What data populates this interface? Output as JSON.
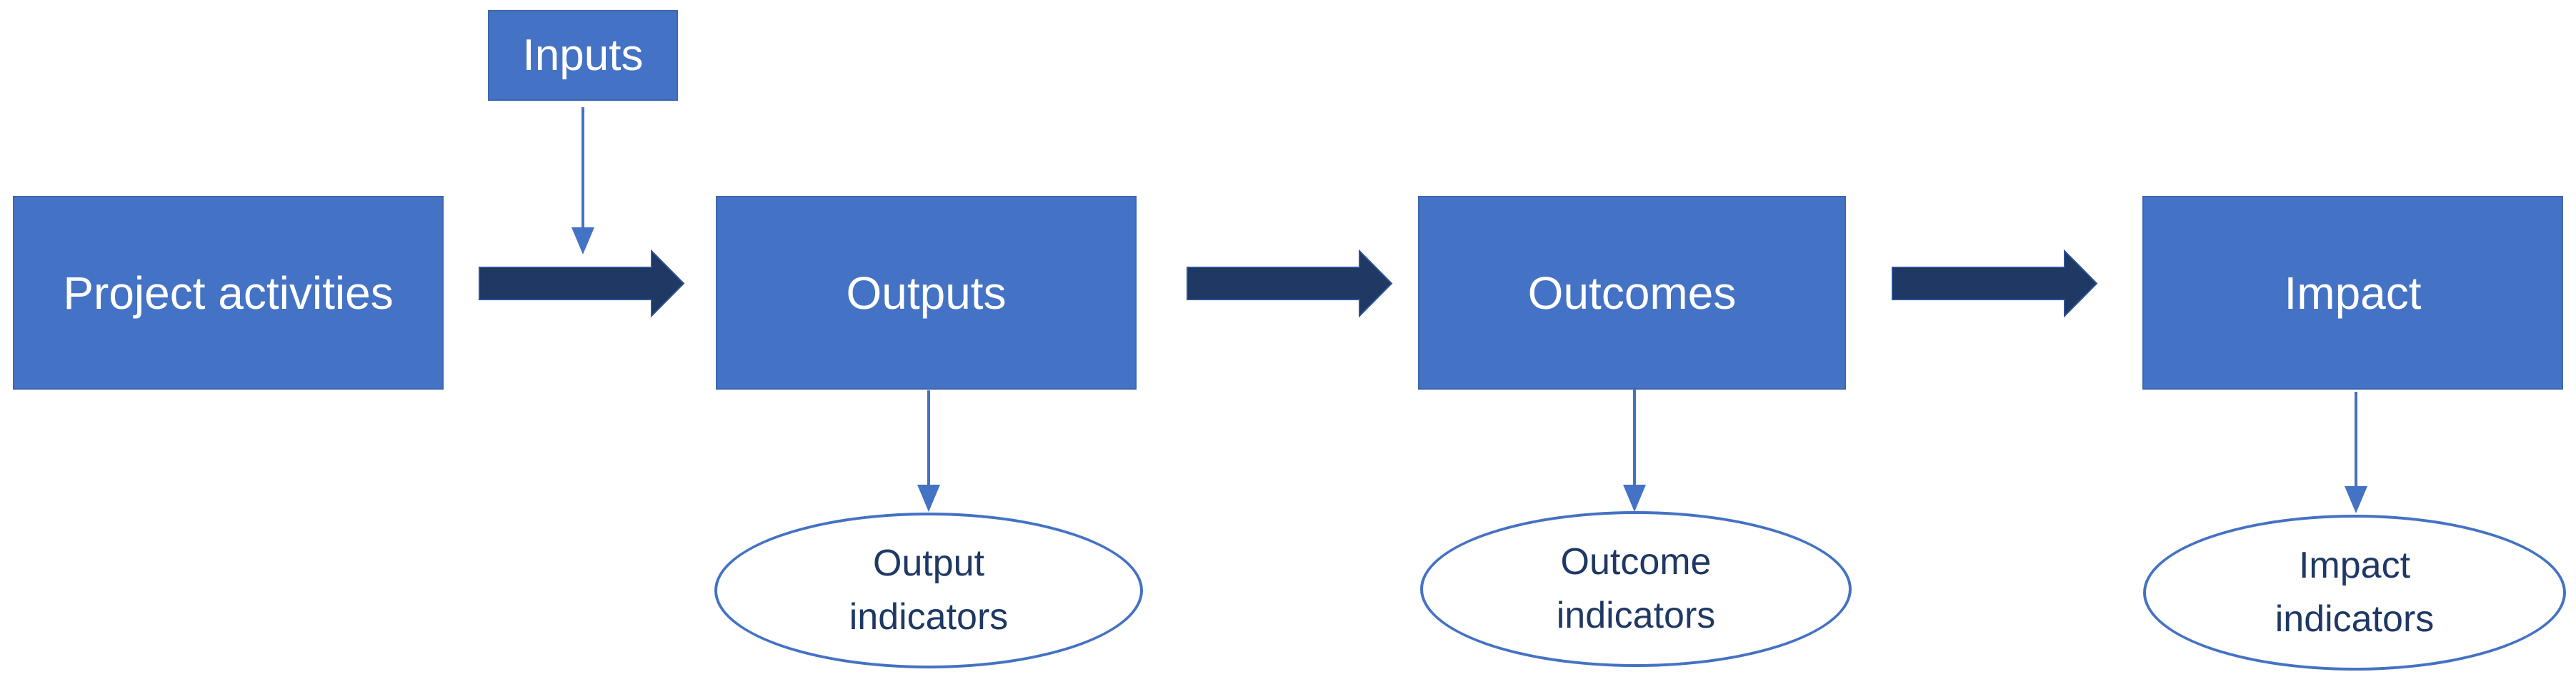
{
  "diagram": {
    "type": "flow-diagram",
    "background": "#ffffff",
    "colors": {
      "background": "#ffffff",
      "box_fill": "#4472C4",
      "box_border": "#3E68B0",
      "box_text": "#ffffff",
      "thick_arrow": "#1F3864",
      "thick_arrow_edge": "#2E5395",
      "thin_arrow": "#4472C4",
      "ellipse_border": "#4472C4",
      "ellipse_text": "#1F3864"
    },
    "nodes": {
      "inputs": {
        "label": "Inputs"
      },
      "project_activities": {
        "label": "Project activities"
      },
      "outputs": {
        "label": "Outputs"
      },
      "outcomes": {
        "label": "Outcomes"
      },
      "impact": {
        "label": "Impact"
      }
    },
    "indicator_ellipses": {
      "output": {
        "line1": "Output",
        "line2": "indicators"
      },
      "outcome": {
        "line1": "Outcome",
        "line2": "indicators"
      },
      "impact": {
        "line1": "Impact",
        "line2": "indicators"
      }
    },
    "edges": [
      {
        "from": "Inputs",
        "to": "flow between Project activities and Outputs",
        "style": "thin-down-arrow"
      },
      {
        "from": "Project activities",
        "to": "Outputs",
        "style": "thick-right-arrow"
      },
      {
        "from": "Outputs",
        "to": "Outcomes",
        "style": "thick-right-arrow"
      },
      {
        "from": "Outcomes",
        "to": "Impact",
        "style": "thick-right-arrow"
      },
      {
        "from": "Outputs",
        "to": "Output indicators",
        "style": "thin-down-arrow"
      },
      {
        "from": "Outcomes",
        "to": "Outcome indicators",
        "style": "thin-down-arrow"
      },
      {
        "from": "Impact",
        "to": "Impact indicators",
        "style": "thin-down-arrow"
      }
    ]
  }
}
